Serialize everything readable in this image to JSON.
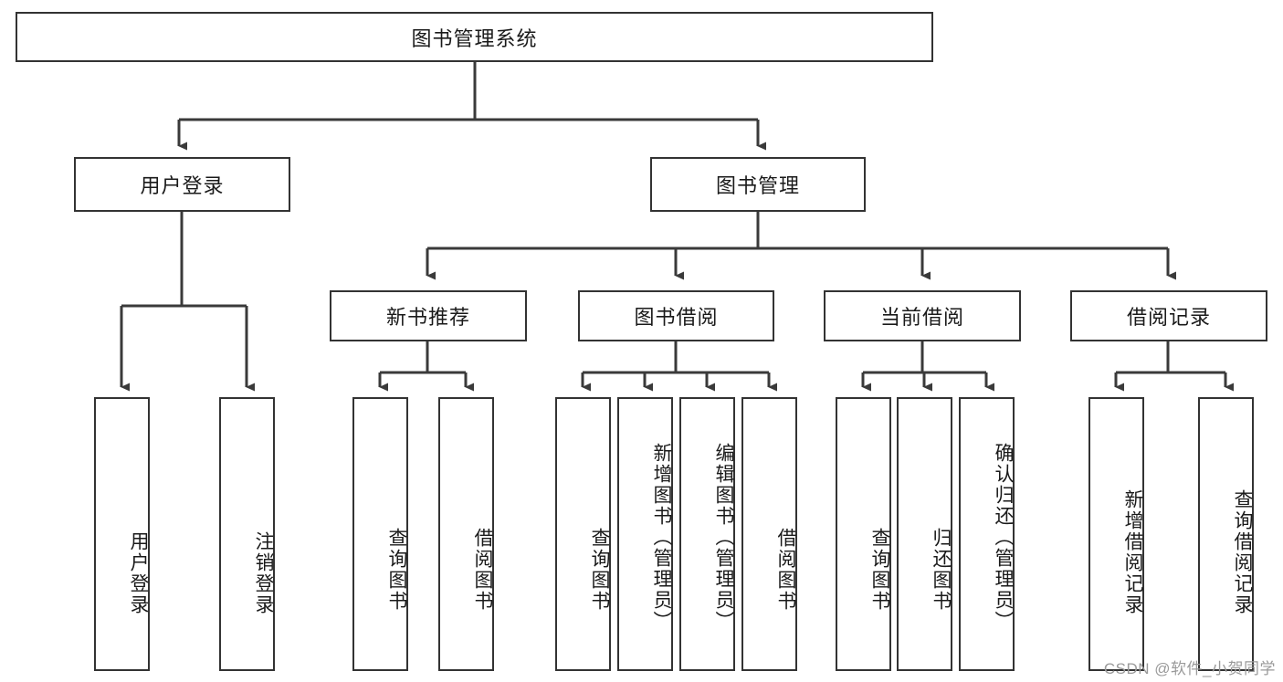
{
  "diagram": {
    "type": "tree-hierarchy-chart",
    "title": "图书管理系统",
    "watermark": "CSDN @软件_小贺同学",
    "colors": {
      "box_border": "#333333",
      "box_fill": "#ffffff",
      "connector": "#3a3a3a",
      "text": "#1a1a1a",
      "watermark": "#9a9a9a"
    },
    "root": {
      "label": "图书管理系统"
    },
    "level2": [
      {
        "label": "用户登录"
      },
      {
        "label": "图书管理"
      }
    ],
    "level3": [
      {
        "label": "新书推荐"
      },
      {
        "label": "图书借阅"
      },
      {
        "label": "当前借阅"
      },
      {
        "label": "借阅记录"
      }
    ],
    "leaves": {
      "user_login": [
        {
          "label": "用户登录"
        },
        {
          "label": "注销登录"
        }
      ],
      "new_book_recommend": [
        {
          "label": "查询图书"
        },
        {
          "label": "借阅图书"
        }
      ],
      "book_borrow": [
        {
          "label": "查询图书"
        },
        {
          "label": "新增图书（管理员）"
        },
        {
          "label": "编辑图书（管理员）"
        },
        {
          "label": "借阅图书"
        }
      ],
      "current_borrow": [
        {
          "label": "查询图书"
        },
        {
          "label": "归还图书"
        },
        {
          "label": "确认归还（管理员）"
        }
      ],
      "borrow_record": [
        {
          "label": "新增借阅记录"
        },
        {
          "label": "查询借阅记录"
        }
      ]
    }
  }
}
